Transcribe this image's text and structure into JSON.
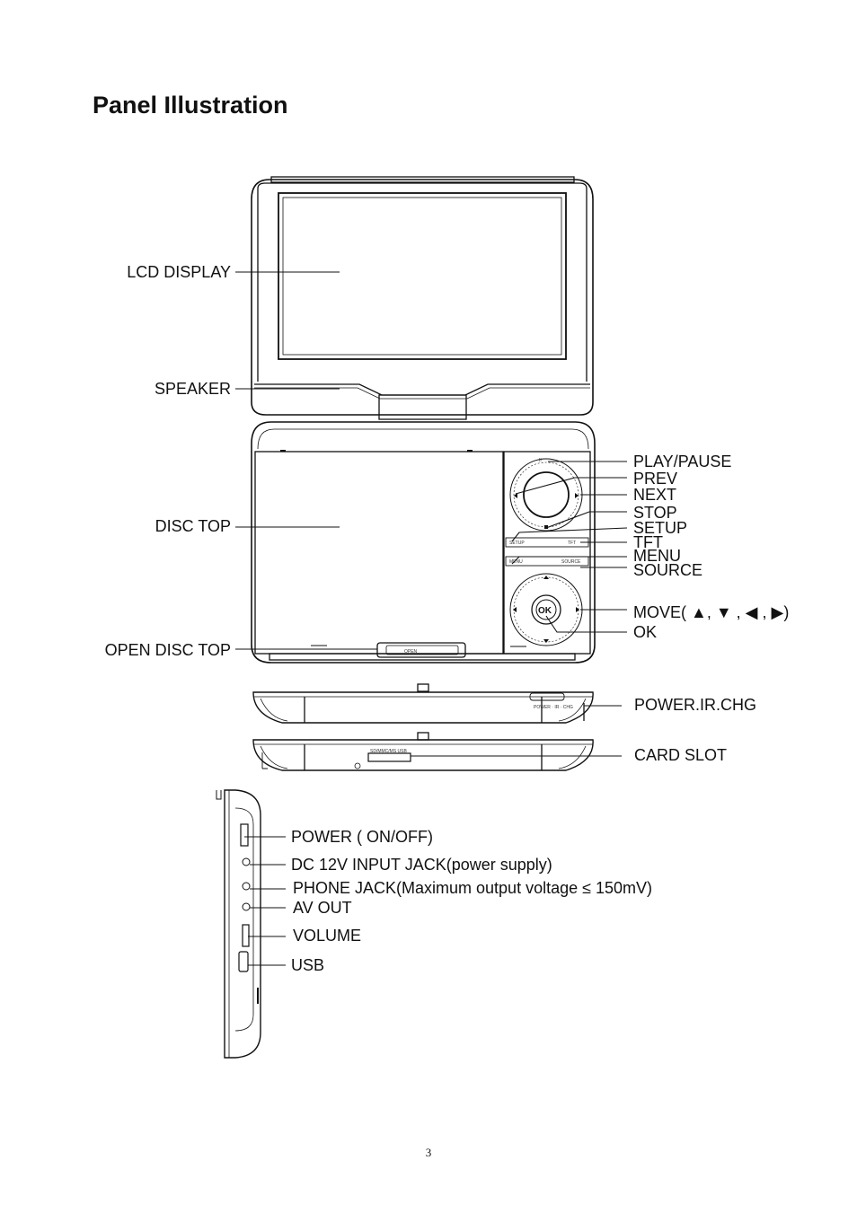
{
  "title": "Panel Illustration",
  "page_number": "3",
  "labels": {
    "lcd_display": "LCD DISPLAY",
    "speaker": "SPEAKER",
    "disc_top": "DISC TOP",
    "open_disc_top": "OPEN DISC TOP",
    "play_pause": "PLAY/PAUSE",
    "prev": "PREV",
    "next": "NEXT",
    "stop": "STOP",
    "setup": "SETUP",
    "tft": "TFT",
    "menu": "MENU",
    "source": "SOURCE",
    "move": "MOVE( ▲, ▼ , ◀  , ▶)",
    "ok": "OK",
    "power_ir_chg": "POWER.IR.CHG",
    "card_slot": "CARD SLOT",
    "power_on_off": "POWER ( ON/OFF)",
    "dc_input": "DC 12V INPUT JACK(power supply)",
    "phone_jack": "PHONE JACK(Maximum output voltage ≤ 150mV)",
    "av_out": "AV OUT",
    "volume": "VOLUME",
    "usb": "USB"
  },
  "device_markings": {
    "ok_button": "OK",
    "setup_key": "SETUP",
    "tft_key": "TFT",
    "menu_key": "MENU",
    "source_key": "SOURCE",
    "open_switch": "OPEN",
    "side_power": "POWER · IR · CHG",
    "card_slot_marking": "SD/MMC/MS USB"
  }
}
